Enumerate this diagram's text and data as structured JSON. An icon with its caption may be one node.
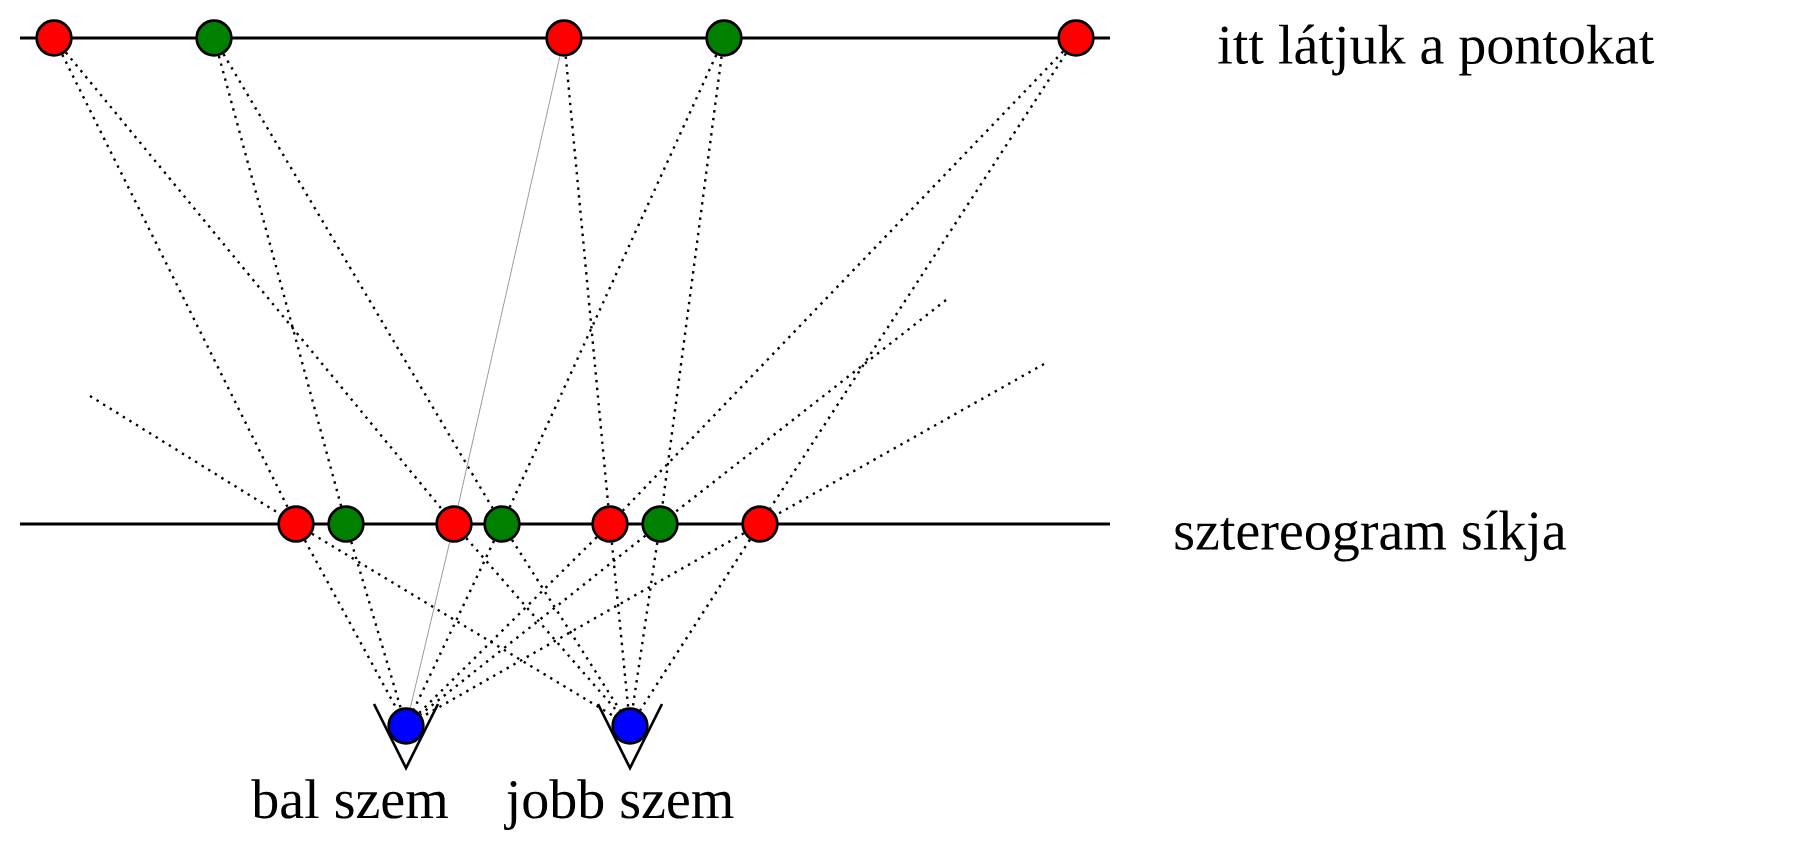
{
  "diagram": {
    "nodes": [
      {
        "text": [],
        "shape": "circle"
      },
      {
        "text": [],
        "shape": "circle"
      },
      {
        "text": [],
        "shape": "circle"
      },
      {
        "text": [],
        "shape": "circle"
      },
      {
        "text": [],
        "shape": "circle"
      },
      {
        "text": [],
        "shape": "circle"
      },
      {
        "text": [],
        "shape": "circle"
      },
      {
        "text": [],
        "shape": "circle"
      },
      {
        "text": [],
        "shape": "circle"
      },
      {
        "text": [],
        "shape": "circle"
      },
      {
        "text": [],
        "shape": "circle"
      },
      {
        "text": [],
        "shape": "circle"
      },
      {
        "text": [],
        "shape": "circle",
        "beside": [
          "bal szem"
        ]
      },
      {
        "text": [],
        "shape": "circle",
        "beside": [
          "jobb szem"
        ]
      }
    ],
    "edges": [
      {
        "from": 0,
        "to": 5,
        "arrow": "none",
        "style": "dashed"
      },
      {
        "from": 0,
        "to": 7,
        "arrow": "none",
        "style": "dashed"
      },
      {
        "from": 1,
        "to": 6,
        "arrow": "none",
        "style": "dashed"
      },
      {
        "from": 1,
        "to": 8,
        "arrow": "none",
        "style": "dashed"
      },
      {
        "from": 2,
        "to": 7,
        "arrow": "none",
        "color": "#808080"
      },
      {
        "from": 2,
        "to": 9,
        "arrow": "none",
        "style": "dashed"
      },
      {
        "from": 3,
        "to": 8,
        "arrow": "none",
        "style": "dashed"
      },
      {
        "from": 3,
        "to": 10,
        "arrow": "none",
        "style": "dashed"
      },
      {
        "from": 4,
        "to": 9,
        "arrow": "none",
        "style": "dashed"
      },
      {
        "from": 4,
        "to": 11,
        "arrow": "none",
        "style": "dashed"
      },
      {
        "from": null,
        "to": 5,
        "arrow": "none",
        "style": "dashed"
      },
      {
        "from": null,
        "to": 10,
        "arrow": "none",
        "style": "dashed"
      },
      {
        "from": null,
        "to": 11,
        "arrow": "none",
        "style": "dashed"
      },
      {
        "from": 5,
        "to": 12,
        "arrow": "none",
        "style": "dashed"
      },
      {
        "from": 5,
        "to": 13,
        "arrow": "none",
        "style": "dashed"
      },
      {
        "from": 6,
        "to": 12,
        "arrow": "none",
        "style": "dashed"
      },
      {
        "from": 7,
        "to": 12,
        "arrow": "none",
        "color": "#808080"
      },
      {
        "from": 7,
        "to": 13,
        "arrow": "none",
        "style": "dashed"
      },
      {
        "from": 8,
        "to": 12,
        "arrow": "none",
        "style": "dashed"
      },
      {
        "from": 8,
        "to": 13,
        "arrow": "none",
        "style": "dashed"
      },
      {
        "from": 9,
        "to": 12,
        "arrow": "none",
        "style": "dashed"
      },
      {
        "from": 9,
        "to": 13,
        "arrow": "none",
        "style": "dashed"
      },
      {
        "from": 10,
        "to": 12,
        "arrow": "none",
        "style": "dashed"
      },
      {
        "from": 10,
        "to": 13,
        "arrow": "none",
        "style": "dashed"
      },
      {
        "from": 11,
        "to": 12,
        "arrow": "none",
        "style": "dashed"
      },
      {
        "from": 11,
        "to": 13,
        "arrow": "none",
        "style": "dashed"
      }
    ],
    "labels": [
      "itt látjuk a pontokat",
      "sztereogram síkja"
    ]
  }
}
